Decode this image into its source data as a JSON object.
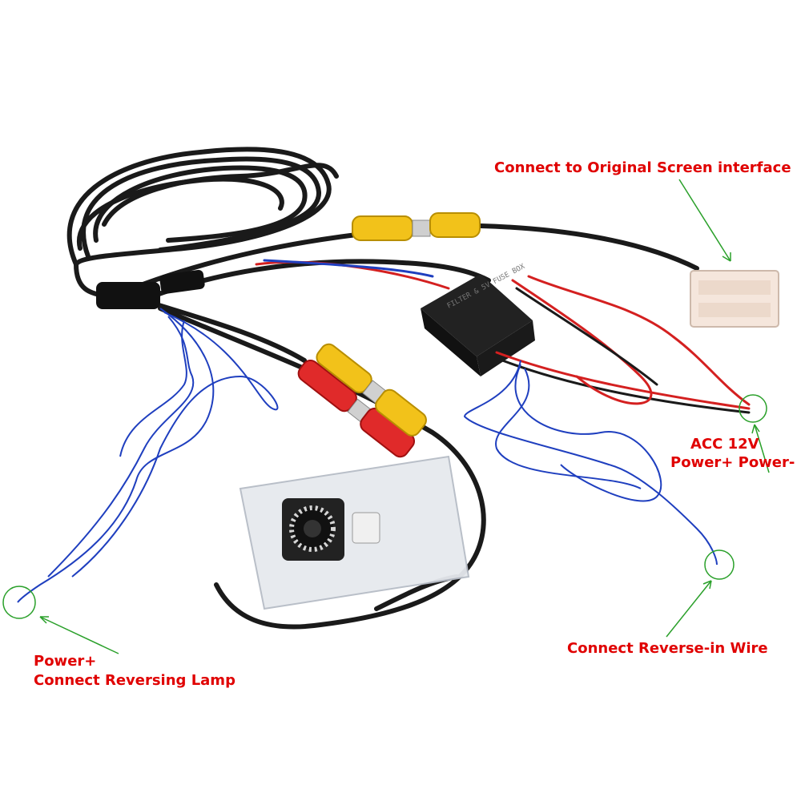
{
  "labels": {
    "screen_interface": "Connect to Original Screen interface",
    "acc": "ACC 12V",
    "power": "Power+ Power-",
    "reverse_in": "Connect Reverse-in Wire",
    "lamp_line1": "Power+",
    "lamp_line2": "Connect Reversing Lamp"
  },
  "box_text": "FILTER & 5V FUSE BOX",
  "colors": {
    "annotation_text": "#e00000",
    "pointer": "#2aa02a",
    "cable_black": "#1a1a1a",
    "cable_blue": "#1f3fbf",
    "cable_red": "#d42020",
    "rca_yellow": "#f2c21a",
    "rca_red": "#e02a2a",
    "connector_white": "#f5e6dc",
    "camera_plate": "#e6e9ee"
  }
}
